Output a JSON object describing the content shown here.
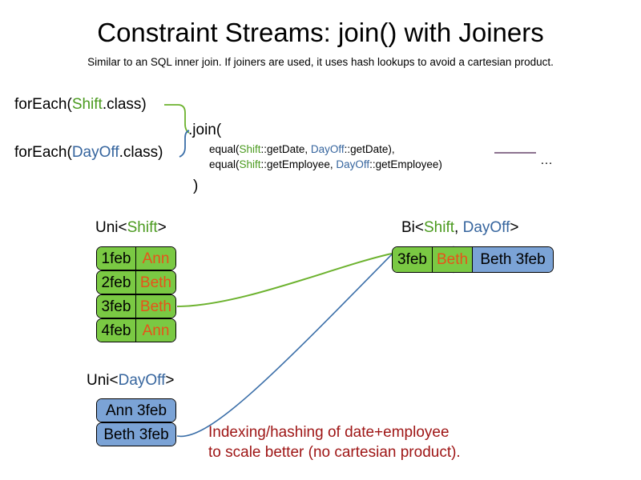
{
  "header": {
    "title": "Constraint Streams: join() with Joiners",
    "subtitle": "Similar to an SQL inner join. If joiners are used, it uses hash lookups to avoid a cartesian product."
  },
  "code": {
    "foreach_shift": {
      "prefix": "forEach(",
      "type": "Shift",
      "suffix": ".class)"
    },
    "foreach_dayoff": {
      "prefix": "forEach(",
      "type": "DayOff",
      "suffix": ".class)"
    },
    "join_open": ".join(",
    "join_close": ")",
    "joiners": [
      {
        "fn": "equal(",
        "left_type": "Shift",
        "left_method": "::getDate, ",
        "right_type": "DayOff",
        "right_method": "::getDate),"
      },
      {
        "fn": "equal(",
        "left_type": "Shift",
        "left_method": "::getEmployee, ",
        "right_type": "DayOff",
        "right_method": "::getEmployee)"
      }
    ],
    "ellipsis": "…"
  },
  "streams": {
    "uni_shift": {
      "caption_prefix": "Uni<",
      "caption_type": "Shift",
      "caption_suffix": ">",
      "rows": [
        {
          "date": "1feb",
          "employee": "Ann"
        },
        {
          "date": "2feb",
          "employee": "Beth"
        },
        {
          "date": "3feb",
          "employee": "Beth"
        },
        {
          "date": "4feb",
          "employee": "Ann"
        }
      ]
    },
    "uni_dayoff": {
      "caption_prefix": "Uni<",
      "caption_type": "DayOff",
      "caption_suffix": ">",
      "rows": [
        {
          "label": "Ann 3feb"
        },
        {
          "label": "Beth 3feb"
        }
      ]
    },
    "bi": {
      "caption_prefix": "Bi<",
      "caption_type_a": "Shift",
      "caption_comma": ", ",
      "caption_type_b": "DayOff",
      "caption_suffix": ">",
      "row": {
        "date": "3feb",
        "employee": "Beth",
        "dayoff": "Beth 3feb"
      }
    }
  },
  "annotation": {
    "line1": "Indexing/hashing of date+employee",
    "line2": "to scale better (no cartesian product)."
  },
  "colors": {
    "shift_green": "#4a9a1e",
    "dayoff_blue": "#36659e",
    "box_green": "#7ac943",
    "box_blue": "#7ba3d6",
    "employee_orange": "#e8521a",
    "annotation_red": "#9e1515",
    "connector_green": "#6cb22e",
    "connector_blue": "#3a6ea8",
    "rule_purple": "#7d5f80"
  }
}
